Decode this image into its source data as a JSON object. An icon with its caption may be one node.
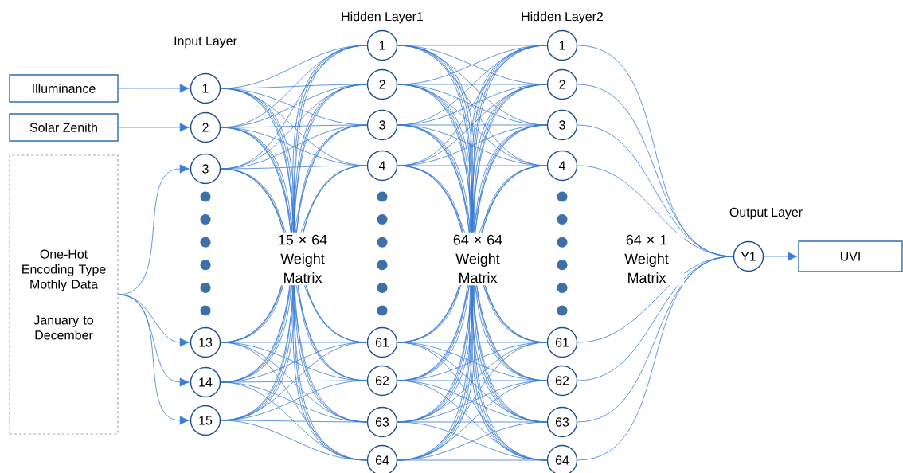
{
  "diagram": {
    "nodes": [
      {
        "text": [
          "Illuminance"
        ]
      },
      {
        "text": [
          "Solar Zenith"
        ]
      },
      {
        "text": [
          "One-Hot Encoding Type Mothly Data",
          "January to December"
        ]
      },
      {
        "text": [
          "1"
        ]
      },
      {
        "text": [
          "2"
        ]
      },
      {
        "text": [
          "3"
        ]
      },
      {
        "text": [
          "13"
        ]
      },
      {
        "text": [
          "14"
        ]
      },
      {
        "text": [
          "15"
        ]
      },
      {
        "text": [
          "1"
        ]
      },
      {
        "text": [
          "2"
        ]
      },
      {
        "text": [
          "3"
        ]
      },
      {
        "text": [
          "4"
        ]
      },
      {
        "text": [
          "61"
        ]
      },
      {
        "text": [
          "62"
        ]
      },
      {
        "text": [
          "63"
        ]
      },
      {
        "text": [
          "64"
        ]
      },
      {
        "text": [
          "1"
        ]
      },
      {
        "text": [
          "2"
        ]
      },
      {
        "text": [
          "3"
        ]
      },
      {
        "text": [
          "4"
        ]
      },
      {
        "text": [
          "61"
        ]
      },
      {
        "text": [
          "62"
        ]
      },
      {
        "text": [
          "63"
        ]
      },
      {
        "text": [
          "64"
        ]
      },
      {
        "text": [
          "Y1"
        ]
      },
      {
        "text": [
          "UVI"
        ]
      }
    ],
    "edges": [
      {
        "from": 0,
        "to": 3,
        "arrow": "to"
      },
      {
        "from": 1,
        "to": 4,
        "arrow": "to"
      },
      {
        "from": 2,
        "to": 5,
        "arrow": "to"
      },
      {
        "from": 2,
        "to": 6,
        "arrow": "to"
      },
      {
        "from": 2,
        "to": 7,
        "arrow": "to"
      },
      {
        "from": 2,
        "to": 8,
        "arrow": "to"
      },
      {
        "from": 3,
        "to": 9,
        "arrow": "none"
      },
      {
        "from": 3,
        "to": 10,
        "arrow": "none"
      },
      {
        "from": 3,
        "to": 11,
        "arrow": "none"
      },
      {
        "from": 3,
        "to": 12,
        "arrow": "none"
      },
      {
        "from": 3,
        "to": 13,
        "arrow": "none"
      },
      {
        "from": 3,
        "to": 14,
        "arrow": "none"
      },
      {
        "from": 3,
        "to": 15,
        "arrow": "none"
      },
      {
        "from": 3,
        "to": 16,
        "arrow": "none"
      },
      {
        "from": 4,
        "to": 9,
        "arrow": "none"
      },
      {
        "from": 4,
        "to": 10,
        "arrow": "none"
      },
      {
        "from": 4,
        "to": 11,
        "arrow": "none"
      },
      {
        "from": 4,
        "to": 12,
        "arrow": "none"
      },
      {
        "from": 4,
        "to": 13,
        "arrow": "none"
      },
      {
        "from": 4,
        "to": 14,
        "arrow": "none"
      },
      {
        "from": 4,
        "to": 15,
        "arrow": "none"
      },
      {
        "from": 4,
        "to": 16,
        "arrow": "none"
      },
      {
        "from": 5,
        "to": 9,
        "arrow": "none"
      },
      {
        "from": 5,
        "to": 10,
        "arrow": "none"
      },
      {
        "from": 5,
        "to": 11,
        "arrow": "none"
      },
      {
        "from": 5,
        "to": 12,
        "arrow": "none"
      },
      {
        "from": 5,
        "to": 13,
        "arrow": "none"
      },
      {
        "from": 5,
        "to": 14,
        "arrow": "none"
      },
      {
        "from": 5,
        "to": 15,
        "arrow": "none"
      },
      {
        "from": 5,
        "to": 16,
        "arrow": "none"
      },
      {
        "from": 6,
        "to": 9,
        "arrow": "none"
      },
      {
        "from": 6,
        "to": 10,
        "arrow": "none"
      },
      {
        "from": 6,
        "to": 11,
        "arrow": "none"
      },
      {
        "from": 6,
        "to": 12,
        "arrow": "none"
      },
      {
        "from": 6,
        "to": 13,
        "arrow": "none"
      },
      {
        "from": 6,
        "to": 14,
        "arrow": "none"
      },
      {
        "from": 6,
        "to": 15,
        "arrow": "none"
      },
      {
        "from": 6,
        "to": 16,
        "arrow": "none"
      },
      {
        "from": 7,
        "to": 9,
        "arrow": "none"
      },
      {
        "from": 7,
        "to": 10,
        "arrow": "none"
      },
      {
        "from": 7,
        "to": 11,
        "arrow": "none"
      },
      {
        "from": 7,
        "to": 12,
        "arrow": "none"
      },
      {
        "from": 7,
        "to": 13,
        "arrow": "none"
      },
      {
        "from": 7,
        "to": 14,
        "arrow": "none"
      },
      {
        "from": 7,
        "to": 15,
        "arrow": "none"
      },
      {
        "from": 7,
        "to": 16,
        "arrow": "none"
      },
      {
        "from": 8,
        "to": 9,
        "arrow": "none"
      },
      {
        "from": 8,
        "to": 10,
        "arrow": "none"
      },
      {
        "from": 8,
        "to": 11,
        "arrow": "none"
      },
      {
        "from": 8,
        "to": 12,
        "arrow": "none"
      },
      {
        "from": 8,
        "to": 13,
        "arrow": "none"
      },
      {
        "from": 8,
        "to": 14,
        "arrow": "none"
      },
      {
        "from": 8,
        "to": 15,
        "arrow": "none"
      },
      {
        "from": 8,
        "to": 16,
        "arrow": "none"
      },
      {
        "from": 9,
        "to": 17,
        "arrow": "none"
      },
      {
        "from": 9,
        "to": 18,
        "arrow": "none"
      },
      {
        "from": 9,
        "to": 19,
        "arrow": "none"
      },
      {
        "from": 9,
        "to": 20,
        "arrow": "none"
      },
      {
        "from": 9,
        "to": 21,
        "arrow": "none"
      },
      {
        "from": 9,
        "to": 22,
        "arrow": "none"
      },
      {
        "from": 9,
        "to": 23,
        "arrow": "none"
      },
      {
        "from": 9,
        "to": 24,
        "arrow": "none"
      },
      {
        "from": 10,
        "to": 17,
        "arrow": "none"
      },
      {
        "from": 10,
        "to": 18,
        "arrow": "none"
      },
      {
        "from": 10,
        "to": 19,
        "arrow": "none"
      },
      {
        "from": 10,
        "to": 20,
        "arrow": "none"
      },
      {
        "from": 10,
        "to": 21,
        "arrow": "none"
      },
      {
        "from": 10,
        "to": 22,
        "arrow": "none"
      },
      {
        "from": 10,
        "to": 23,
        "arrow": "none"
      },
      {
        "from": 10,
        "to": 24,
        "arrow": "none"
      },
      {
        "from": 11,
        "to": 17,
        "arrow": "none"
      },
      {
        "from": 11,
        "to": 18,
        "arrow": "none"
      },
      {
        "from": 11,
        "to": 19,
        "arrow": "none"
      },
      {
        "from": 11,
        "to": 20,
        "arrow": "none"
      },
      {
        "from": 11,
        "to": 21,
        "arrow": "none"
      },
      {
        "from": 11,
        "to": 22,
        "arrow": "none"
      },
      {
        "from": 11,
        "to": 23,
        "arrow": "none"
      },
      {
        "from": 11,
        "to": 24,
        "arrow": "none"
      },
      {
        "from": 12,
        "to": 17,
        "arrow": "none"
      },
      {
        "from": 12,
        "to": 18,
        "arrow": "none"
      },
      {
        "from": 12,
        "to": 19,
        "arrow": "none"
      },
      {
        "from": 12,
        "to": 20,
        "arrow": "none"
      },
      {
        "from": 12,
        "to": 21,
        "arrow": "none"
      },
      {
        "from": 12,
        "to": 22,
        "arrow": "none"
      },
      {
        "from": 12,
        "to": 23,
        "arrow": "none"
      },
      {
        "from": 12,
        "to": 24,
        "arrow": "none"
      },
      {
        "from": 13,
        "to": 17,
        "arrow": "none"
      },
      {
        "from": 13,
        "to": 18,
        "arrow": "none"
      },
      {
        "from": 13,
        "to": 19,
        "arrow": "none"
      },
      {
        "from": 13,
        "to": 20,
        "arrow": "none"
      },
      {
        "from": 13,
        "to": 21,
        "arrow": "none"
      },
      {
        "from": 13,
        "to": 22,
        "arrow": "none"
      },
      {
        "from": 13,
        "to": 23,
        "arrow": "none"
      },
      {
        "from": 13,
        "to": 24,
        "arrow": "none"
      },
      {
        "from": 14,
        "to": 17,
        "arrow": "none"
      },
      {
        "from": 14,
        "to": 18,
        "arrow": "none"
      },
      {
        "from": 14,
        "to": 19,
        "arrow": "none"
      },
      {
        "from": 14,
        "to": 20,
        "arrow": "none"
      },
      {
        "from": 14,
        "to": 21,
        "arrow": "none"
      },
      {
        "from": 14,
        "to": 22,
        "arrow": "none"
      },
      {
        "from": 14,
        "to": 23,
        "arrow": "none"
      },
      {
        "from": 14,
        "to": 24,
        "arrow": "none"
      },
      {
        "from": 15,
        "to": 17,
        "arrow": "none"
      },
      {
        "from": 15,
        "to": 18,
        "arrow": "none"
      },
      {
        "from": 15,
        "to": 19,
        "arrow": "none"
      },
      {
        "from": 15,
        "to": 20,
        "arrow": "none"
      },
      {
        "from": 15,
        "to": 21,
        "arrow": "none"
      },
      {
        "from": 15,
        "to": 22,
        "arrow": "none"
      },
      {
        "from": 15,
        "to": 23,
        "arrow": "none"
      },
      {
        "from": 15,
        "to": 24,
        "arrow": "none"
      },
      {
        "from": 16,
        "to": 17,
        "arrow": "none"
      },
      {
        "from": 16,
        "to": 18,
        "arrow": "none"
      },
      {
        "from": 16,
        "to": 19,
        "arrow": "none"
      },
      {
        "from": 16,
        "to": 20,
        "arrow": "none"
      },
      {
        "from": 16,
        "to": 21,
        "arrow": "none"
      },
      {
        "from": 16,
        "to": 22,
        "arrow": "none"
      },
      {
        "from": 16,
        "to": 23,
        "arrow": "none"
      },
      {
        "from": 16,
        "to": 24,
        "arrow": "none"
      },
      {
        "from": 17,
        "to": 25,
        "arrow": "none"
      },
      {
        "from": 18,
        "to": 25,
        "arrow": "none"
      },
      {
        "from": 19,
        "to": 25,
        "arrow": "none"
      },
      {
        "from": 20,
        "to": 25,
        "arrow": "none"
      },
      {
        "from": 21,
        "to": 25,
        "arrow": "none"
      },
      {
        "from": 22,
        "to": 25,
        "arrow": "none"
      },
      {
        "from": 23,
        "to": 25,
        "arrow": "none"
      },
      {
        "from": 24,
        "to": 25,
        "arrow": "none"
      },
      {
        "from": 25,
        "to": 26,
        "arrow": "to"
      }
    ],
    "labels": [
      "Input Layer",
      "Hidden Layer1",
      "Hidden Layer2",
      "Output Layer",
      "15 × 64 Weight Matrix",
      "64 × 64 Weight Matrix",
      "64 × 1 Weight Matrix"
    ]
  }
}
